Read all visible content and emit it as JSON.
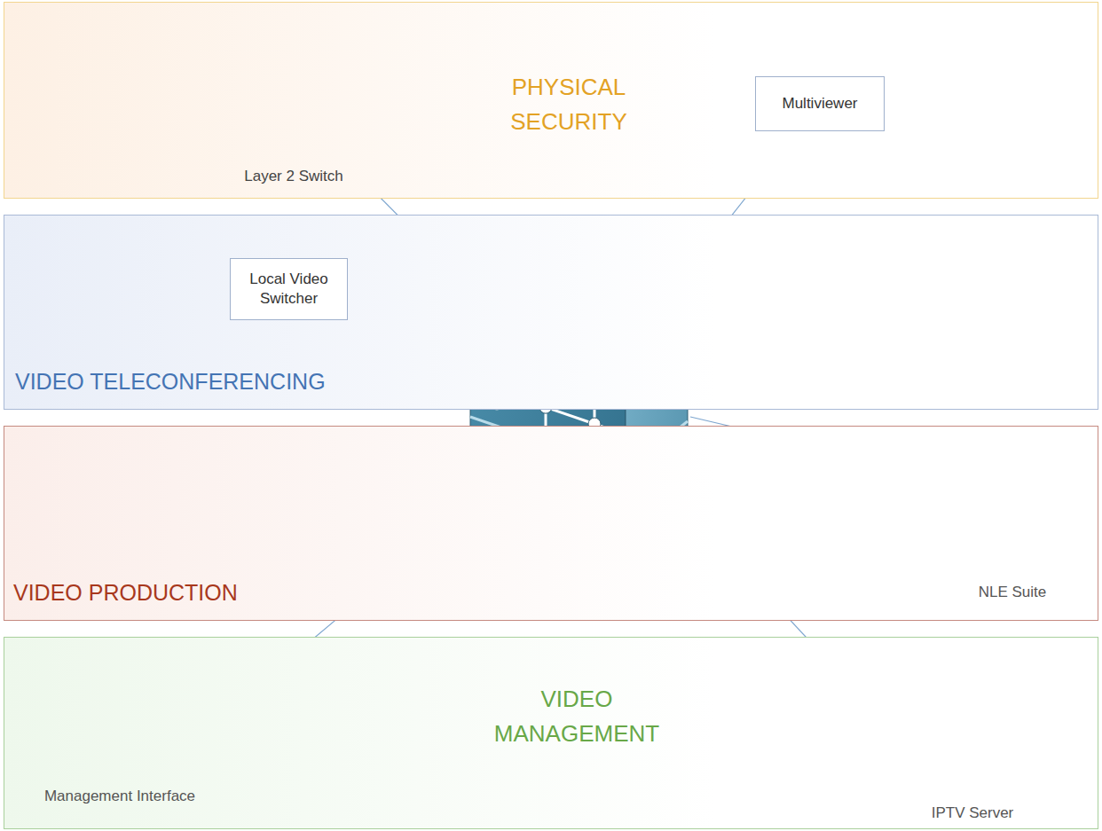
{
  "diagram": {
    "nodes": [
      {
        "text": [
          "PHYSICAL SECURITY"
        ]
      },
      {
        "text": [
          "Layer 2 Switch"
        ],
        "in": 0
      },
      {
        "text": [
          "Multiviewer"
        ],
        "in": 0
      },
      {
        "text": [
          "VIDEO TELECONFERENCING"
        ]
      },
      {
        "text": [
          "Local Video Switcher"
        ],
        "in": 3
      },
      {
        "text": [
          "VIDEO PRODUCTION"
        ]
      },
      {
        "text": [
          "NLE Suite"
        ],
        "in": 5
      },
      {
        "text": [
          "VIDEO MANAGEMENT"
        ]
      },
      {
        "text": [
          "Management Interface"
        ],
        "in": 7
      },
      {
        "text": [
          "IPTV Server"
        ],
        "in": 7
      }
    ]
  }
}
